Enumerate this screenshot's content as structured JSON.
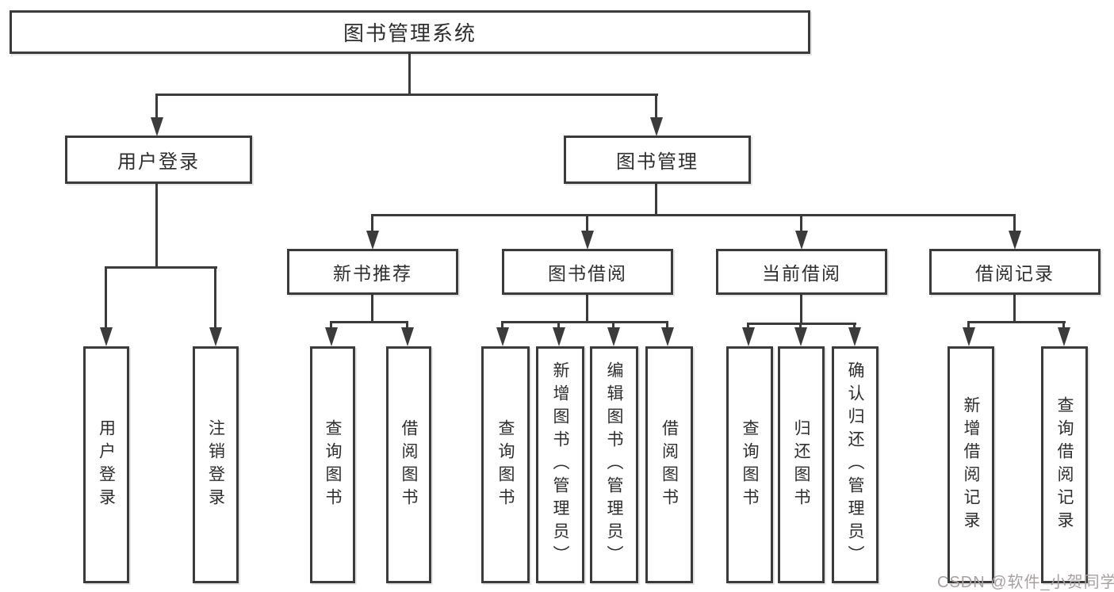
{
  "tree": {
    "root": {
      "label": "图书管理系统",
      "children": [
        {
          "label": "用户登录",
          "children": [
            {
              "label": "用户登录"
            },
            {
              "label": "注销登录"
            }
          ]
        },
        {
          "label": "图书管理",
          "children": [
            {
              "label": "新书推荐",
              "children": [
                {
                  "label": "查询图书"
                },
                {
                  "label": "借阅图书"
                }
              ]
            },
            {
              "label": "图书借阅",
              "children": [
                {
                  "label": "查询图书"
                },
                {
                  "label": "新增图书（管理员）"
                },
                {
                  "label": "编辑图书（管理员）"
                },
                {
                  "label": "借阅图书"
                }
              ]
            },
            {
              "label": "当前借阅",
              "children": [
                {
                  "label": "查询图书"
                },
                {
                  "label": "归还图书"
                },
                {
                  "label": "确认归还（管理员）"
                }
              ]
            },
            {
              "label": "借阅记录",
              "children": [
                {
                  "label": "新增借阅记录"
                },
                {
                  "label": "查询借阅记录"
                }
              ]
            }
          ]
        }
      ]
    }
  },
  "watermark": {
    "text": "CSDN @软件_小贺同学"
  },
  "colors": {
    "line": "#3b3b3b",
    "text": "#2e2e2e",
    "background": "#ffffff",
    "watermark": "#a7a0a0"
  }
}
